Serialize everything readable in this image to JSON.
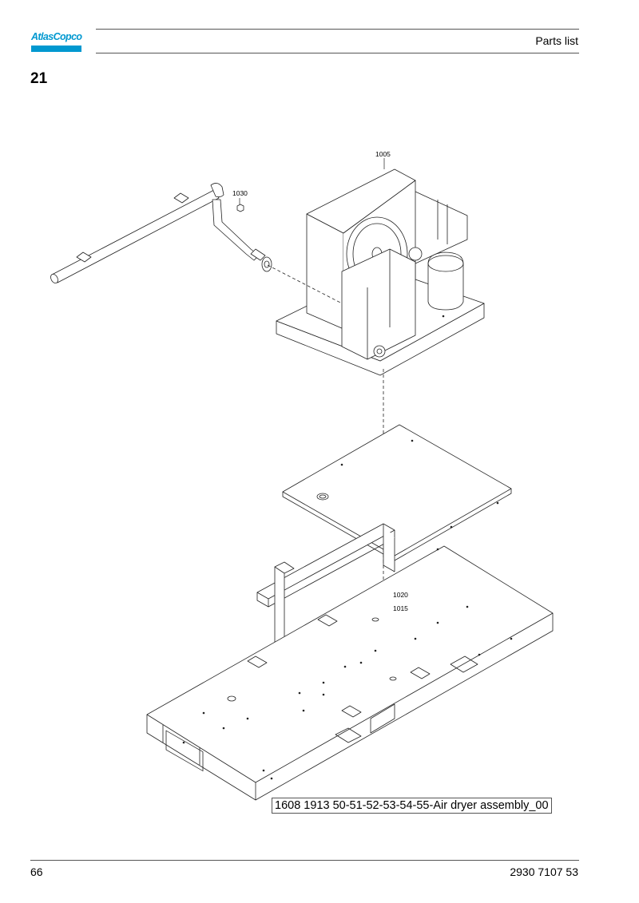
{
  "header": {
    "brand": "AtlasCopco",
    "title": "Parts list"
  },
  "section_number": "21",
  "callouts": {
    "c1005": "1005",
    "c1030": "1030",
    "c1020": "1020",
    "c1015": "1015"
  },
  "caption": "1608 1913 50-51-52-53-54-55-Air dryer assembly_00",
  "footer": {
    "page_number": "66",
    "document_number": "2930 7107 53"
  },
  "colors": {
    "brand_blue": "#0098d0",
    "rule": "#555555"
  }
}
